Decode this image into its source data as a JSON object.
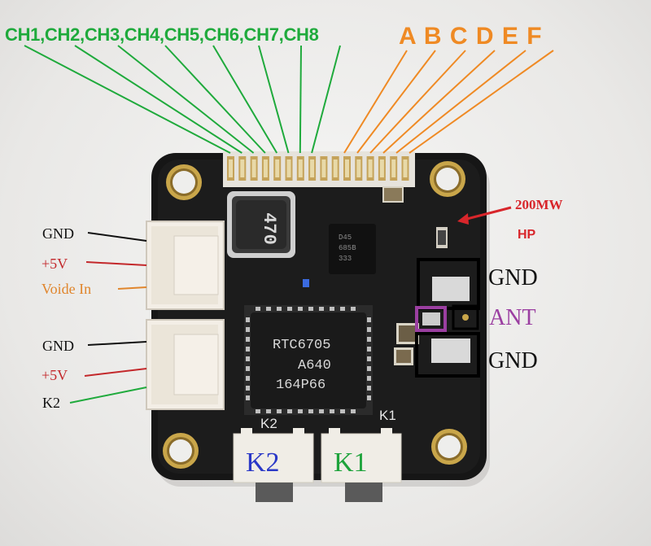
{
  "header": {
    "channels": "CH1,CH2,CH3,CH4,CH5,CH6,CH7,CH8",
    "pads": "A B C D E F"
  },
  "right_labels": {
    "power": "200MW",
    "mode": "HP",
    "gnd_top": "GND",
    "ant": "ANT",
    "gnd_bottom": "GND"
  },
  "left_labels": {
    "gnd_1": "GND",
    "v5_1": "+5V",
    "video_in": "Voide In",
    "gnd_2": "GND",
    "v5_2": "+5V",
    "k2": "K2"
  },
  "buttons": {
    "k2": "K2",
    "k1": "K1"
  },
  "board": {
    "chip_line1": "RTC6705",
    "chip_line2": "A640",
    "chip_line3": "164P66",
    "inductor": "470",
    "silk_k2": "K2",
    "silk_k1": "K1",
    "ic2_line1": "D45",
    "ic2_line2": "685B",
    "ic2_line3": "333"
  },
  "colors": {
    "channel_green": "#1faa3c",
    "pad_orange": "#ef8a24",
    "power_red": "#d8262b",
    "ant_purple": "#9b3fa1",
    "board_black": "#151515",
    "button_k2_blue": "#2a38c7",
    "button_k1_green": "#1ea33b"
  }
}
